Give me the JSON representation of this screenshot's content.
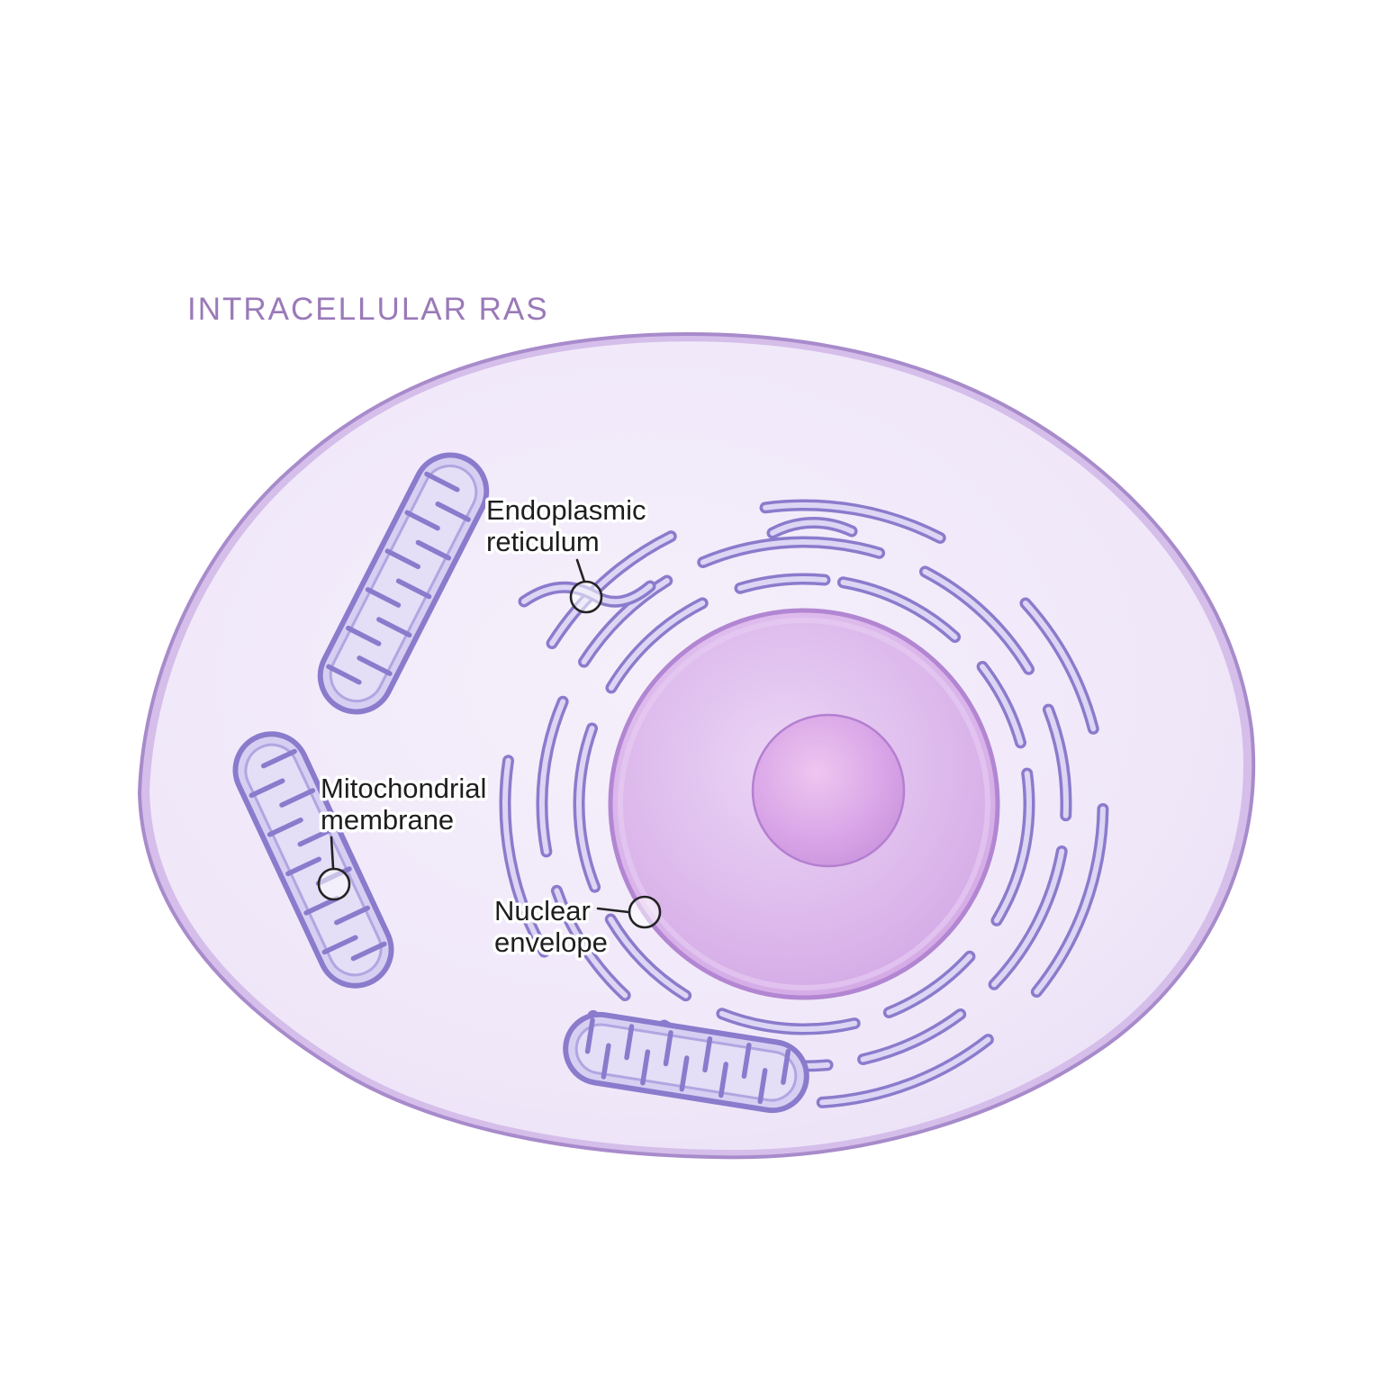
{
  "title": "INTRACELLULAR RAS",
  "diagram": {
    "type": "cell-illustration",
    "labels": {
      "endoplasmic_reticulum": {
        "line1": "Endoplasmic",
        "line2": "reticulum"
      },
      "mitochondrial_membrane": {
        "line1": "Mitochondrial",
        "line2": "membrane"
      },
      "nuclear_envelope": {
        "line1": "Nuclear",
        "line2": "envelope"
      }
    },
    "colors": {
      "title_text": "#9a7ab8",
      "cell_membrane_band": "#d5beea",
      "cell_outline": "#a88bcb",
      "cytoplasm": "#efe7f8",
      "nucleus": "#d3a9e6",
      "nucleolus": "#c795dc",
      "organelle_outline": "#8b7bcc",
      "organelle_highlight": "#dcd5f4",
      "label_text": "#1e1e1e"
    }
  }
}
